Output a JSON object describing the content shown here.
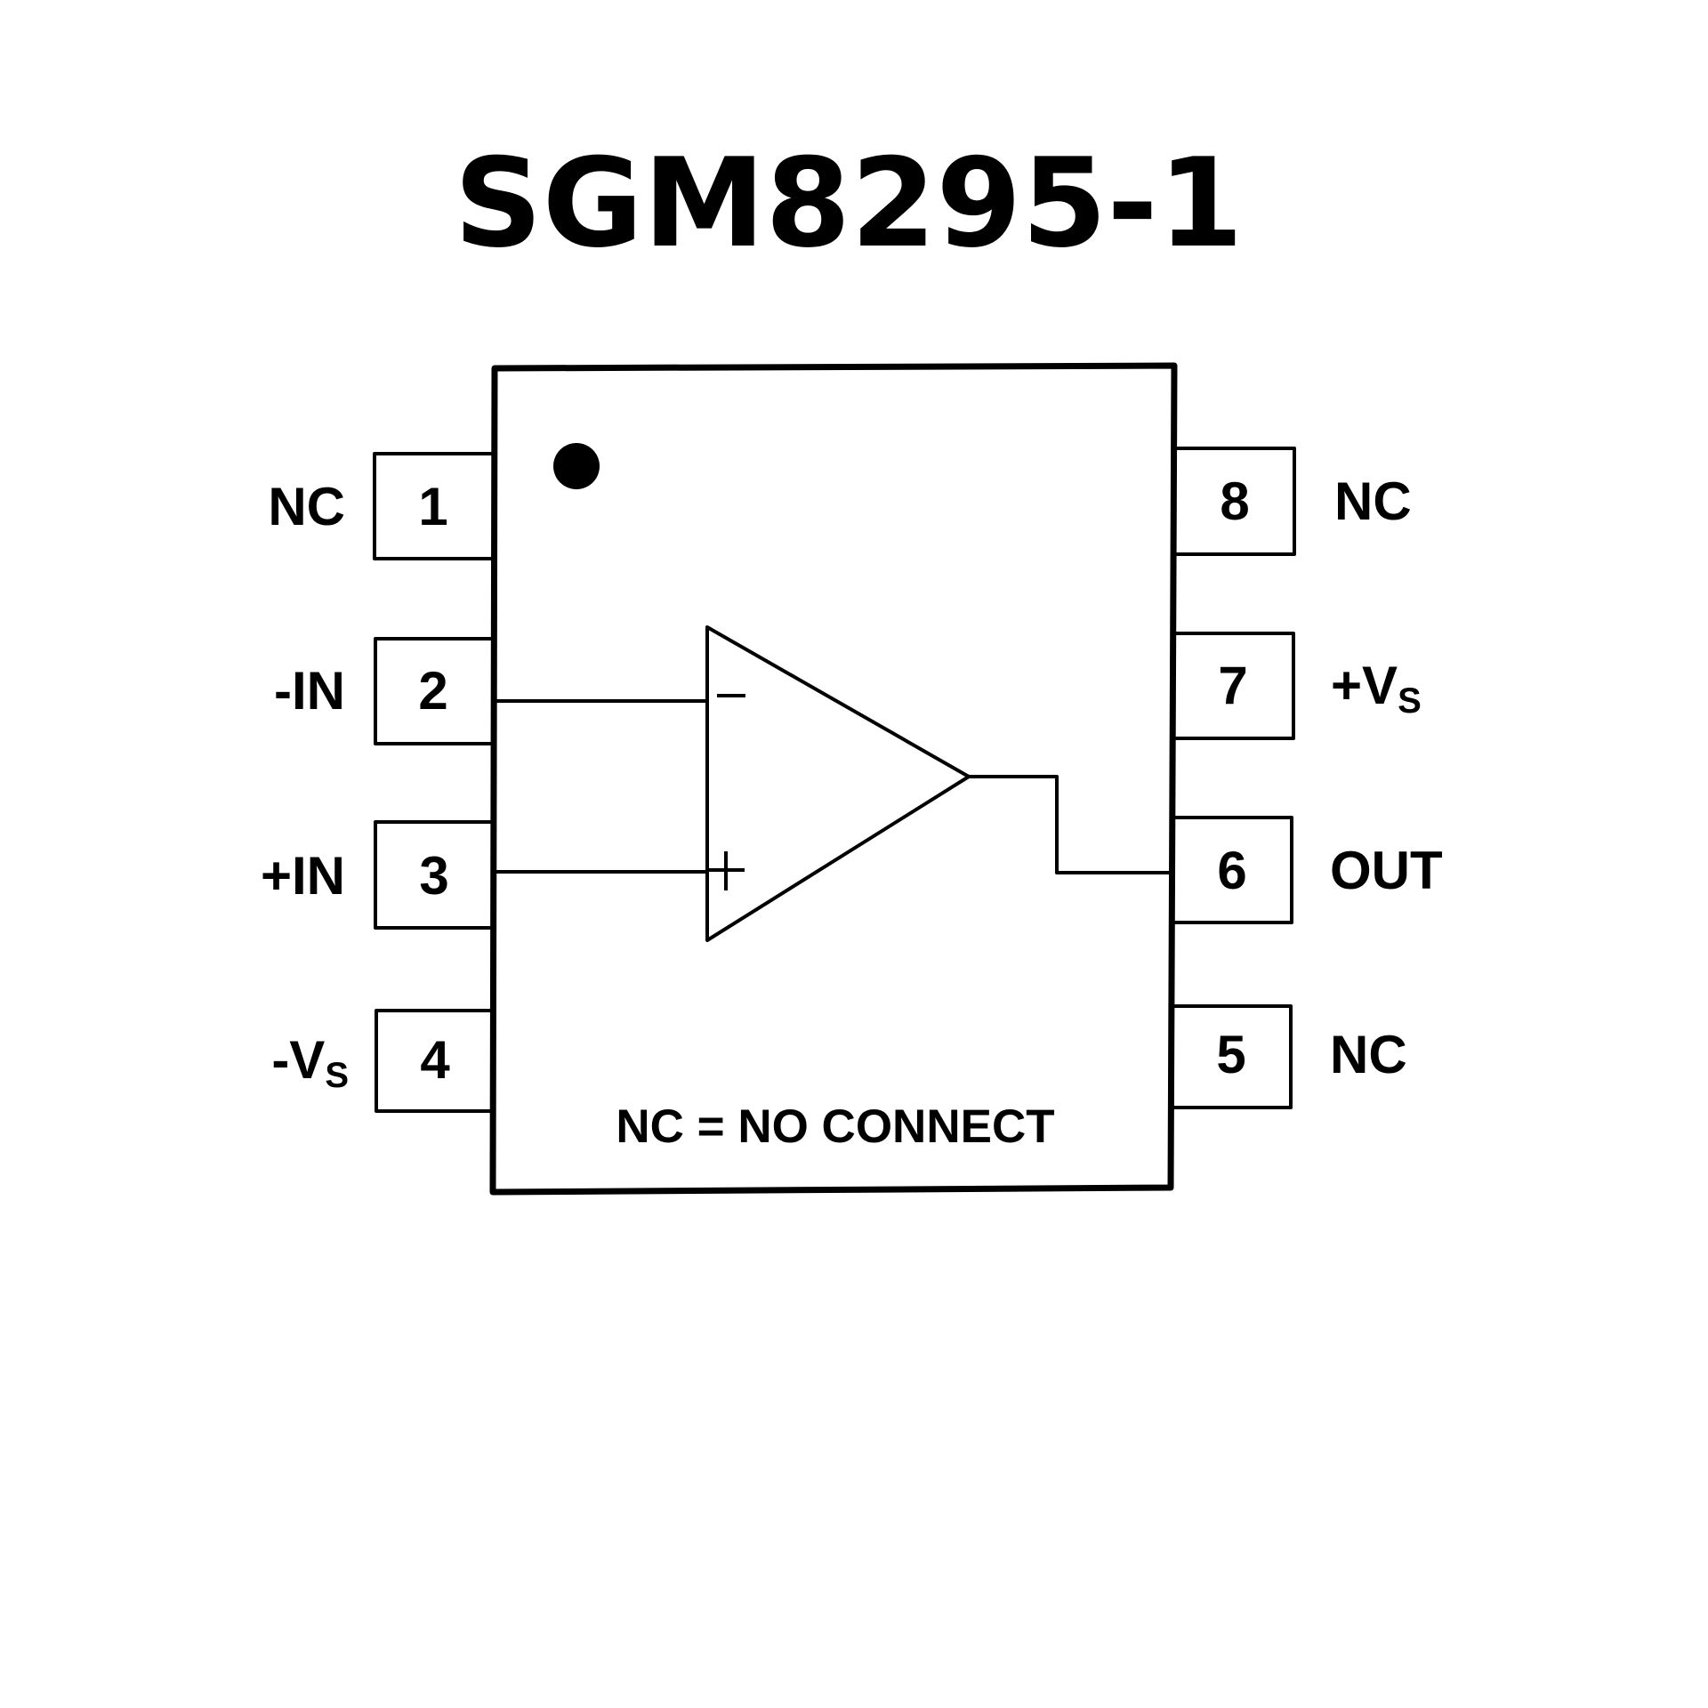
{
  "title": "SGM8295-1",
  "note": "NC = NO CONNECT",
  "colors": {
    "stroke": "#000000",
    "background": "#ffffff"
  },
  "pins": [
    {
      "number": "1",
      "label": "NC",
      "subscript": ""
    },
    {
      "number": "2",
      "label": "-IN",
      "subscript": ""
    },
    {
      "number": "3",
      "label": "+IN",
      "subscript": ""
    },
    {
      "number": "4",
      "label": "-V",
      "subscript": "S"
    },
    {
      "number": "5",
      "label": "NC",
      "subscript": ""
    },
    {
      "number": "6",
      "label": "OUT",
      "subscript": ""
    },
    {
      "number": "7",
      "label": "+V",
      "subscript": "S"
    },
    {
      "number": "8",
      "label": "NC",
      "subscript": ""
    }
  ],
  "opamp": {
    "inverting_symbol": "minus",
    "noninverting_symbol": "plus"
  },
  "pin1_marker": "pin-1-indicator-dot"
}
